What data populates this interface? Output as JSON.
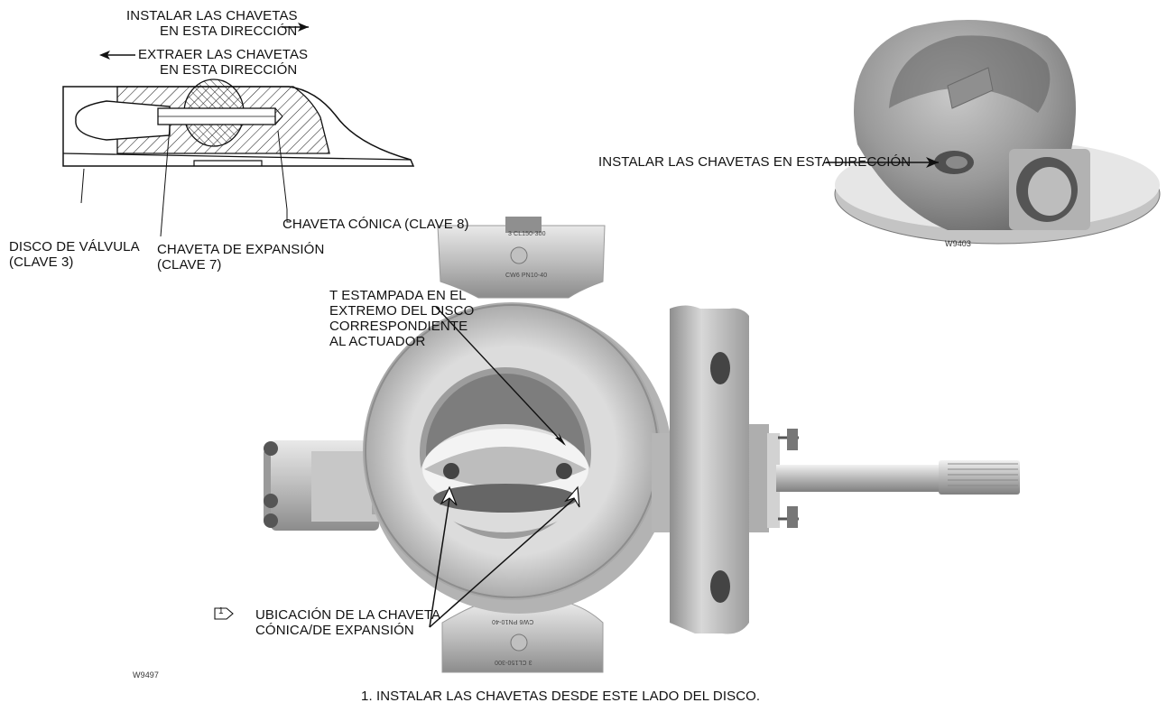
{
  "section_diagram": {
    "install_direction": [
      "INSTALAR LAS CHAVETAS",
      "EN ESTA DIRECCIÓN"
    ],
    "extract_direction": [
      "EXTRAER LAS CHAVETAS",
      "EN ESTA DIRECCIÓN"
    ],
    "disc_label": [
      "DISCO DE VÁLVULA",
      "(CLAVE 3)"
    ],
    "expansion_pin_label": [
      "CHAVETA DE EXPANSIÓN",
      "(CLAVE 7)"
    ],
    "taper_pin_label": "CHAVETA CÓNICA (CLAVE 8)"
  },
  "disc_photo": {
    "callout": "INSTALAR LAS CHAVETAS EN ESTA DIRECCIÓN",
    "figure_code": "W9403"
  },
  "valve_photo": {
    "t_stamp_callout": [
      "T ESTAMPADA EN EL",
      "EXTREMO DEL DISCO",
      "CORRESPONDIENTE",
      "AL ACTUADOR"
    ],
    "note_marker": "1",
    "pin_location_callout": [
      "UBICACIÓN DE LA CHAVETA",
      "CÓNICA/DE EXPANSIÓN"
    ],
    "figure_code": "W9497",
    "body_marking_top": [
      "3 CL150-300",
      "CW6 PN10-40"
    ],
    "body_marking_bottom": [
      "CW6 PN10-40",
      "3 CL150-300"
    ]
  },
  "footnote": "1. INSTALAR LAS CHAVETAS DESDE ESTE LADO DEL DISCO."
}
